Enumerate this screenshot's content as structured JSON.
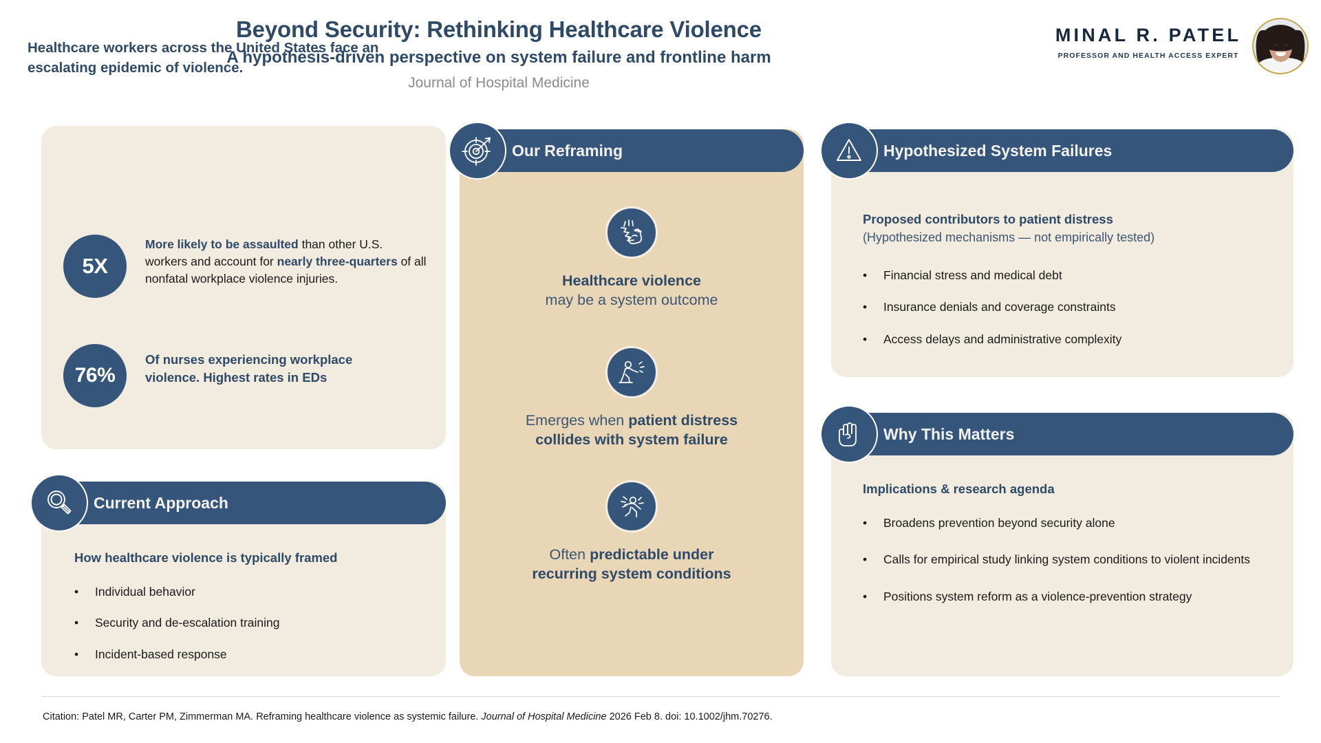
{
  "header": {
    "main_title": "Beyond Security: Rethinking Healthcare Violence",
    "sub_title": "A hypothesis-driven perspective on system failure and frontline harm",
    "journal": "Journal of Hospital Medicine",
    "brand_name": "MINAL R. PATEL",
    "brand_tagline": "PROFESSOR AND HEALTH ACCESS EXPERT"
  },
  "colors": {
    "navy": "#35557a",
    "navy_text": "#2e4a66",
    "cream": "#f2ebdf",
    "tan": "#e8d6b6",
    "gold_ring": "#c9a84a",
    "muted": "#8b8b8b"
  },
  "stats_panel": {
    "lead": "Healthcare workers across the United States face an escalating epidemic of violence.",
    "stats": [
      {
        "badge": "5X",
        "text_parts": [
          {
            "text": "More likely to be assaulted",
            "bold": true
          },
          {
            "text": " than other U.S. workers and account for ",
            "bold": false
          },
          {
            "text": "nearly three-quarters",
            "bold": true
          },
          {
            "text": " of all nonfatal workplace violence injuries.",
            "bold": false
          }
        ],
        "plain_text": "More likely to be assaulted than other U.S. workers and account for nearly three-quarters of all nonfatal workplace violence injuries."
      },
      {
        "badge": "76%",
        "plain_text": "Of nurses experiencing workplace violence. Highest rates in EDs"
      }
    ]
  },
  "current_approach": {
    "icon": "magnifier-icon",
    "title": "Current Approach",
    "subhead": "How healthcare violence is typically framed",
    "bullets": [
      "Individual behavior",
      "Security and de-escalation training",
      "Incident-based response"
    ]
  },
  "reframing": {
    "icon": "target-arrow-icon",
    "title": "Our Reframing",
    "items": [
      {
        "icon": "fist-impact-icon",
        "line1": "Healthcare violence",
        "line1_bold": true,
        "line2": "may be a system outcome",
        "line2_bold": false
      },
      {
        "icon": "person-pushing-icon",
        "line1": "Emerges when ",
        "line1_bold": false,
        "line1_strong": "patient distress",
        "line2": "collides with system failure",
        "line2_bold": true
      },
      {
        "icon": "person-falling-icon",
        "line1": "Often ",
        "line1_bold": false,
        "line1_strong": "predictable under",
        "line2": "recurring system conditions",
        "line2_bold": true
      }
    ]
  },
  "system_failures": {
    "icon": "warning-triangle-icon",
    "title": "Hypothesized System Failures",
    "subhead": "Proposed contributors to patient distress",
    "note": "(Hypothesized mechanisms — not empirically tested)",
    "bullets": [
      "Financial stress and medical debt",
      "Insurance denials and coverage constraints",
      "Access delays and administrative complexity"
    ]
  },
  "why_matters": {
    "icon": "raised-hand-icon",
    "title": "Why This Matters",
    "subhead": "Implications & research agenda",
    "bullets": [
      "Broadens prevention beyond security alone",
      "Calls for empirical study linking system conditions to violent incidents",
      "Positions system reform as a violence-prevention strategy"
    ]
  },
  "footer": {
    "citation_prefix": "Citation: Patel MR, Carter PM, Zimmerman MA. Reframing healthcare violence as systemic failure. ",
    "citation_journal": "Journal of Hospital Medicine",
    "citation_suffix": " 2026 Feb 8. doi: 10.1002/jhm.70276."
  },
  "bullet_glyph": "•"
}
